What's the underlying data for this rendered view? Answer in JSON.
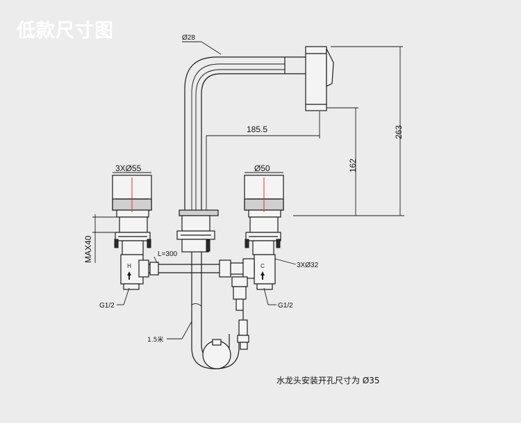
{
  "title": "低款尺寸图",
  "dimensions": {
    "spout_diameter": "Ø28",
    "spout_reach": "185.5",
    "spout_height": "162",
    "total_height": "263",
    "handle_diameter_left": "3XØ55",
    "handle_diameter_right": "Ø50",
    "max_deck": "MAX40",
    "hose_length": "L=300",
    "shank_diameter": "3XØ32",
    "thread_left": "G1/2",
    "thread_right": "G1/2",
    "pullout_hose": "1.5米",
    "hot_mark": "H",
    "cold_mark": "C"
  },
  "note": "水龙头安装开孔尺寸为 Ø35",
  "colors": {
    "background": "#ececec",
    "line": "#1a1a1a",
    "center_line": "#e03030",
    "title": "#ffffff"
  }
}
